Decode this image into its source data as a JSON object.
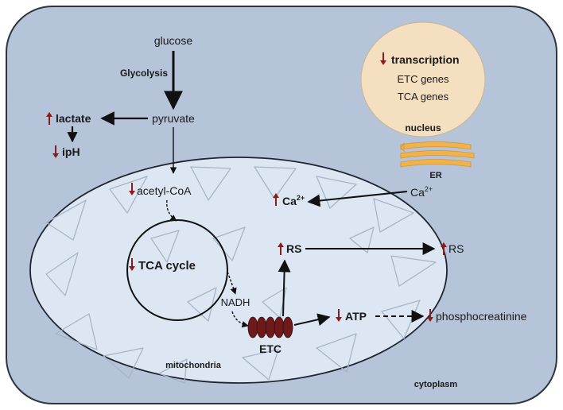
{
  "diagram": {
    "cytoplasm_label": "cytoplasm",
    "mitochondria_label": "mitochondria",
    "nucleus": {
      "label": "nucleus",
      "title": "transcription",
      "genes": [
        "ETC genes",
        "TCA genes"
      ]
    },
    "er": {
      "label": "ER",
      "calcium": "Ca",
      "calcium_superscript": "2+"
    },
    "pathway": {
      "glucose": "glucose",
      "glycolysis": "Glycolysis",
      "pyruvate": "pyruvate",
      "lactate": "lactate",
      "ph": "ipH",
      "acetyl_coa": "acetyl-CoA",
      "tca_cycle": "TCA cycle",
      "nadh": "NADH",
      "etc": "ETC",
      "atp": "ATP",
      "phosphocreatinine": "phosphocreatinine",
      "rs_mito": "RS",
      "rs_cyto": "RS",
      "ca_mito": "Ca",
      "ca_mito_superscript": "2+"
    },
    "colors": {
      "cell_fill": "#b5c4d9",
      "mitochondrion_fill": "#dce7f3",
      "nucleus_fill": "#f4dfc0",
      "er_fill": "#f0b24a",
      "etc_fill": "#6e1a1a",
      "indicator_arrow": "#8b1c1c"
    },
    "indicators": {
      "up": [
        "lactate",
        "ca_mito",
        "rs_mito",
        "rs_cyto"
      ],
      "down": [
        "transcription",
        "ph",
        "acetyl_coa",
        "tca_cycle",
        "atp",
        "phosphocreatinine"
      ]
    }
  }
}
